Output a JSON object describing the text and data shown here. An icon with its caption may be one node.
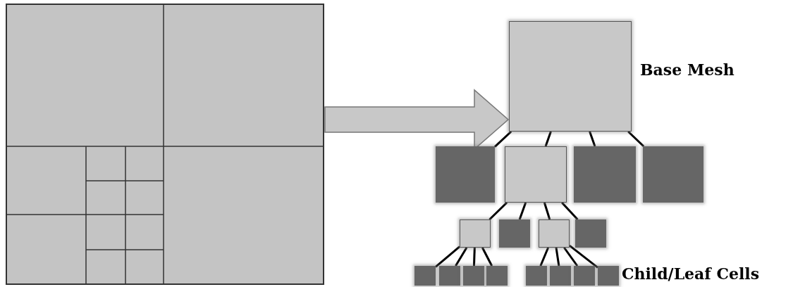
{
  "diagram": {
    "nodes": [
      {
        "text": [],
        "shape": "picture"
      },
      {
        "text": [],
        "shape": "box"
      },
      {
        "text": [],
        "shape": "box"
      },
      {
        "text": [],
        "shape": "box"
      },
      {
        "text": [],
        "shape": "box"
      },
      {
        "text": [],
        "shape": "box"
      },
      {
        "text": [],
        "shape": "box"
      },
      {
        "text": [],
        "shape": "box"
      },
      {
        "text": [],
        "shape": "box"
      },
      {
        "text": [],
        "shape": "box"
      },
      {
        "text": [],
        "shape": "box"
      },
      {
        "text": [],
        "shape": "box"
      },
      {
        "text": [],
        "shape": "box"
      },
      {
        "text": [],
        "shape": "box"
      },
      {
        "text": [],
        "shape": "box"
      },
      {
        "text": [],
        "shape": "box"
      },
      {
        "text": [],
        "shape": "box"
      },
      {
        "text": [],
        "shape": "box"
      }
    ],
    "edges": [
      {
        "from": 0,
        "to": 1,
        "arrow": "to",
        "style": "thick"
      },
      {
        "from": 1,
        "to": 2,
        "arrow": "none"
      },
      {
        "from": 1,
        "to": 3,
        "arrow": "none"
      },
      {
        "from": 1,
        "to": 4,
        "arrow": "none"
      },
      {
        "from": 1,
        "to": 5,
        "arrow": "none"
      },
      {
        "from": 3,
        "to": 6,
        "arrow": "none"
      },
      {
        "from": 3,
        "to": 7,
        "arrow": "none"
      },
      {
        "from": 3,
        "to": 8,
        "arrow": "none"
      },
      {
        "from": 3,
        "to": 9,
        "arrow": "none"
      },
      {
        "from": 6,
        "to": 10,
        "arrow": "none"
      },
      {
        "from": 6,
        "to": 11,
        "arrow": "none"
      },
      {
        "from": 6,
        "to": 12,
        "arrow": "none"
      },
      {
        "from": 6,
        "to": 13,
        "arrow": "none"
      },
      {
        "from": 8,
        "to": 14,
        "arrow": "none"
      },
      {
        "from": 8,
        "to": 15,
        "arrow": "none"
      },
      {
        "from": 8,
        "to": 16,
        "arrow": "none"
      },
      {
        "from": 8,
        "to": 17,
        "arrow": "none"
      }
    ],
    "labels": [
      "Base Mesh",
      "Child/Leaf Cells"
    ]
  }
}
